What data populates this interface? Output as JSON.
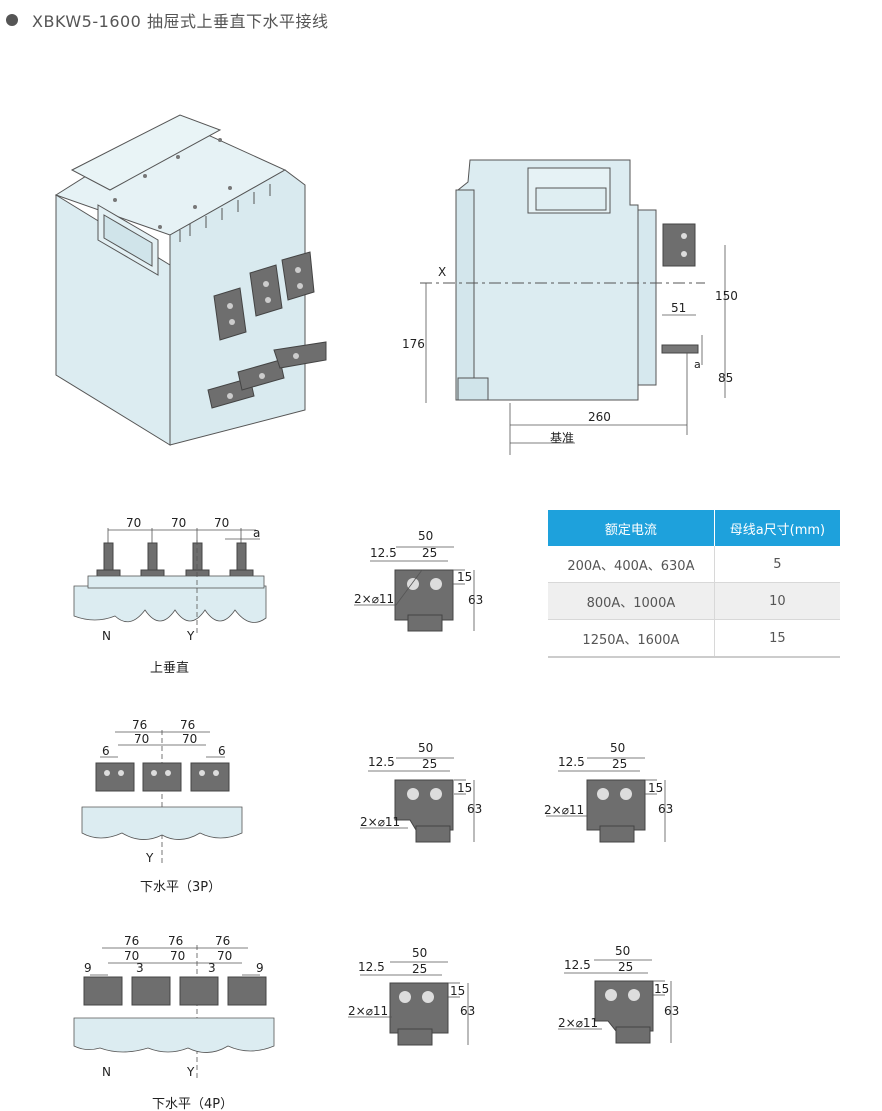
{
  "header": {
    "title": "XBKW5-1600 抽屉式上垂直下水平接线"
  },
  "side_view": {
    "x_label": "X",
    "dims": {
      "d150": "150",
      "d176": "176",
      "d51": "51",
      "da": "a",
      "d85": "85",
      "d260": "260"
    },
    "datum_label": "基准"
  },
  "table": {
    "headers": [
      "额定电流",
      "母线a尺寸(mm)"
    ],
    "rows": [
      [
        "200A、400A、630A",
        "5"
      ],
      [
        "800A、1000A",
        "10"
      ],
      [
        "1250A、1600A",
        "15"
      ]
    ],
    "header_color": "#1ea1dc"
  },
  "vertical_top": {
    "caption": "上垂直",
    "spacing": [
      "70",
      "70",
      "70"
    ],
    "a_label": "a",
    "n_label": "N",
    "y_label": "Y"
  },
  "horizontal_3p": {
    "caption": "下水平（3P）",
    "outer": [
      "76",
      "76"
    ],
    "inner": [
      "70",
      "70"
    ],
    "edge": [
      "6",
      "6"
    ],
    "y_label": "Y"
  },
  "horizontal_4p": {
    "caption": "下水平（4P）",
    "outer": [
      "76",
      "76",
      "76"
    ],
    "inner": [
      "70",
      "70",
      "70"
    ],
    "edge": [
      "9",
      "3",
      "3",
      "9"
    ],
    "n_label": "N",
    "y_label": "Y"
  },
  "terminal_detail": {
    "w50": "50",
    "w25": "25",
    "w125": "12.5",
    "h15": "15",
    "h63": "63",
    "holes": "2×⌀11"
  }
}
